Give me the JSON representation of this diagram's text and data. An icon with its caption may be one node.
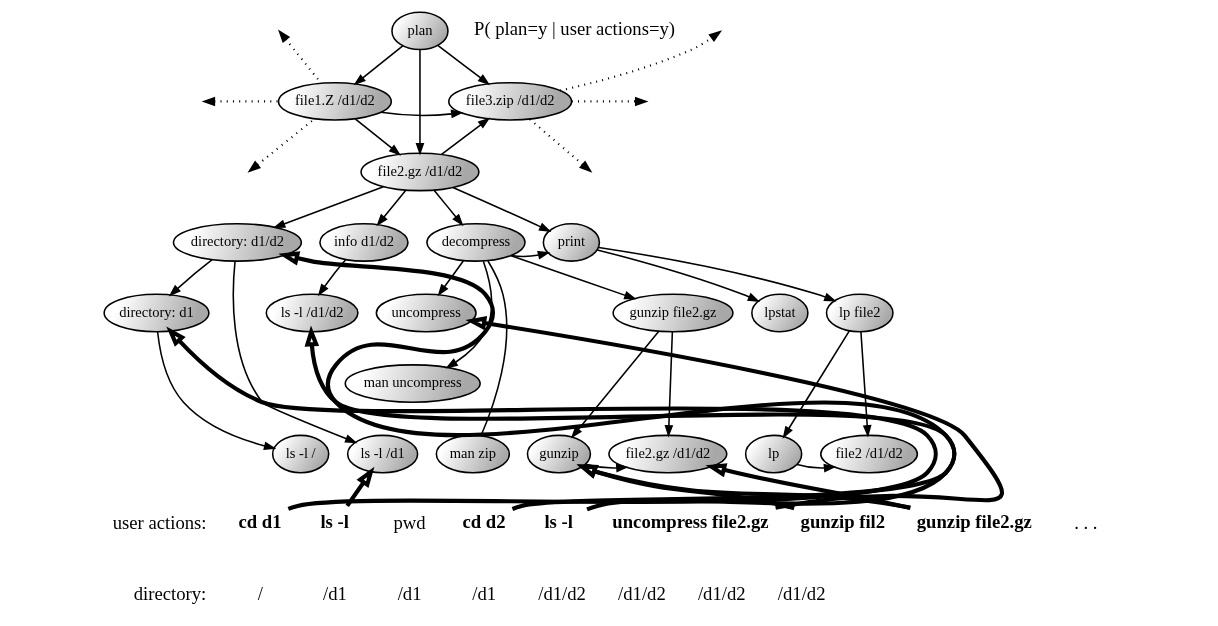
{
  "diagram": {
    "nodes": [
      {
        "text": [
          "plan"
        ]
      },
      {
        "text": [
          "file1.Z /d1/d2"
        ]
      },
      {
        "text": [
          "file2.gz /d1/d2"
        ]
      },
      {
        "text": [
          "file3.zip /d1/d2"
        ]
      },
      {
        "text": [
          "directory: d1/d2"
        ]
      },
      {
        "text": [
          "info d1/d2"
        ]
      },
      {
        "text": [
          "decompress"
        ]
      },
      {
        "text": [
          "print"
        ]
      },
      {
        "text": [
          "uncompress"
        ]
      },
      {
        "text": [
          "directory: d1"
        ]
      },
      {
        "text": [
          "ls -l /d1/d2"
        ]
      },
      {
        "text": [
          "man uncompress"
        ]
      },
      {
        "text": [
          "gunzip file2.gz"
        ]
      },
      {
        "text": [
          "lpstat"
        ]
      },
      {
        "text": [
          "lp file2"
        ]
      },
      {
        "text": [
          "ls -l /"
        ]
      },
      {
        "text": [
          "ls -l /d1"
        ]
      },
      {
        "text": [
          "man zip"
        ]
      },
      {
        "text": [
          "gunzip"
        ]
      },
      {
        "text": [
          "file2.gz /d1/d2"
        ]
      },
      {
        "text": [
          "lp"
        ]
      },
      {
        "text": [
          "file2 /d1/d2"
        ]
      },
      {
        "text": [
          "cd d1"
        ]
      },
      {
        "text": [
          "ls -l"
        ]
      },
      {
        "text": [
          "cd d2"
        ]
      },
      {
        "text": [
          "ls -l"
        ]
      },
      {
        "text": [
          "uncompress file2.gz"
        ]
      },
      {
        "text": [
          "gunzip fil2"
        ]
      },
      {
        "text": [
          "gunzip file2.gz"
        ]
      }
    ],
    "edges": [
      {
        "from": 0,
        "to": 1,
        "arrow": "to"
      },
      {
        "from": 0,
        "to": 2,
        "arrow": "to"
      },
      {
        "from": 0,
        "to": 3,
        "arrow": "to"
      },
      {
        "from": 1,
        "to": 3,
        "arrow": "to"
      },
      {
        "from": 1,
        "to": 2,
        "arrow": "to"
      },
      {
        "from": 2,
        "to": 3,
        "arrow": "to"
      },
      {
        "from": 1,
        "to": null,
        "arrow": "to",
        "style": "dashed"
      },
      {
        "from": 1,
        "to": null,
        "arrow": "to",
        "style": "dashed"
      },
      {
        "from": 1,
        "to": null,
        "arrow": "to",
        "style": "dashed"
      },
      {
        "from": 3,
        "to": null,
        "arrow": "to",
        "style": "dashed"
      },
      {
        "from": 3,
        "to": null,
        "arrow": "to",
        "style": "dashed"
      },
      {
        "from": 3,
        "to": null,
        "arrow": "to",
        "style": "dashed"
      },
      {
        "from": 2,
        "to": 4,
        "arrow": "to"
      },
      {
        "from": 2,
        "to": 5,
        "arrow": "to"
      },
      {
        "from": 2,
        "to": 6,
        "arrow": "to"
      },
      {
        "from": 2,
        "to": 7,
        "arrow": "to"
      },
      {
        "from": 6,
        "to": 7,
        "arrow": "to"
      },
      {
        "from": 6,
        "to": 8,
        "arrow": "to"
      },
      {
        "from": 6,
        "to": 11,
        "arrow": "to"
      },
      {
        "from": 6,
        "to": 17,
        "arrow": "none"
      },
      {
        "from": 6,
        "to": 12,
        "arrow": "to"
      },
      {
        "from": 4,
        "to": 9,
        "arrow": "to"
      },
      {
        "from": 4,
        "to": 16,
        "arrow": "to"
      },
      {
        "from": 9,
        "to": 15,
        "arrow": "to"
      },
      {
        "from": 5,
        "to": 10,
        "arrow": "to"
      },
      {
        "from": 7,
        "to": 13,
        "arrow": "to"
      },
      {
        "from": 7,
        "to": 14,
        "arrow": "to"
      },
      {
        "from": 12,
        "to": 18,
        "arrow": "to"
      },
      {
        "from": 12,
        "to": 19,
        "arrow": "to"
      },
      {
        "from": 18,
        "to": 19,
        "arrow": "to"
      },
      {
        "from": 14,
        "to": 20,
        "arrow": "to"
      },
      {
        "from": 14,
        "to": 21,
        "arrow": "to"
      },
      {
        "from": 20,
        "to": 21,
        "arrow": "to"
      },
      {
        "from": 22,
        "to": 9,
        "arrow": "to",
        "style": "thick"
      },
      {
        "from": 23,
        "to": 16,
        "arrow": "to",
        "style": "thick"
      },
      {
        "from": 24,
        "to": 4,
        "arrow": "to",
        "style": "thick"
      },
      {
        "from": 25,
        "to": 10,
        "arrow": "to",
        "style": "thick"
      },
      {
        "from": 26,
        "to": 8,
        "arrow": "to",
        "style": "thick"
      },
      {
        "from": 27,
        "to": 18,
        "arrow": "to",
        "style": "thick"
      },
      {
        "from": 28,
        "to": 18,
        "arrow": "to",
        "style": "thick"
      },
      {
        "from": 28,
        "to": 19,
        "arrow": "to",
        "style": "thick"
      }
    ],
    "labels": [
      "P( plan=y | user actions=y)",
      "user actions:",
      "pwd",
      ". . .",
      "directory:",
      "/",
      "/d1",
      "/d1",
      "/d1",
      "/d1/d2",
      "/d1/d2",
      "/d1/d2",
      "/d1/d2"
    ]
  }
}
